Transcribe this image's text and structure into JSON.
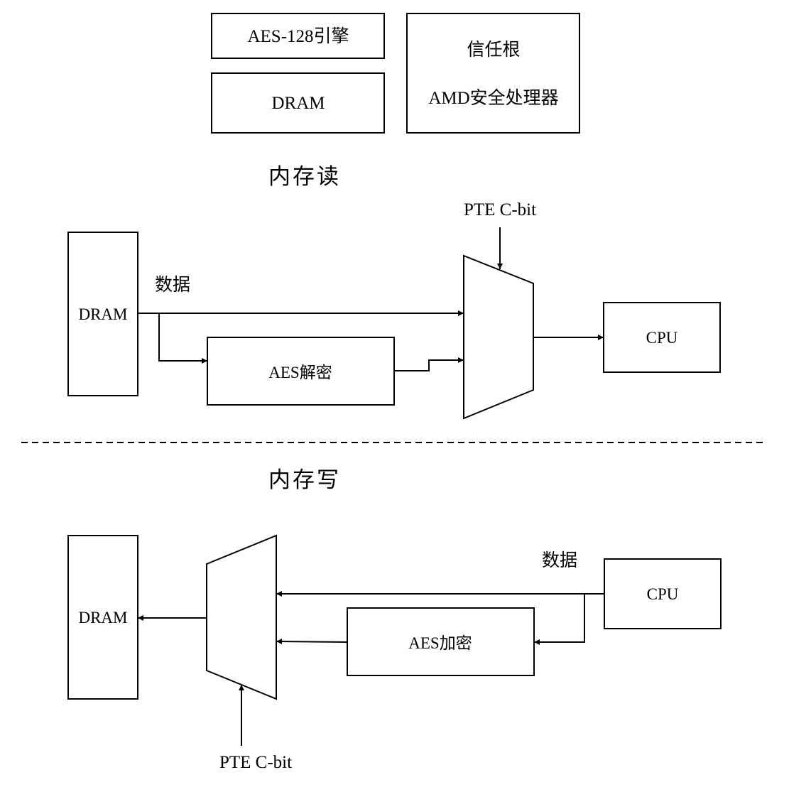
{
  "legend": {
    "aes_engine": "AES-128引擎",
    "dram": "DRAM",
    "root_of_trust": "信任根",
    "secure_processor": "AMD安全处理器"
  },
  "memory_read": {
    "title": "内存读",
    "dram": "DRAM",
    "data_label": "数据",
    "aes_block": "AES解密",
    "c_bit_label": "PTE C-bit",
    "cpu": "CPU"
  },
  "memory_write": {
    "title": "内存写",
    "dram": "DRAM",
    "data_label": "数据",
    "aes_block": "AES加密",
    "c_bit_label": "PTE C-bit",
    "cpu": "CPU"
  }
}
